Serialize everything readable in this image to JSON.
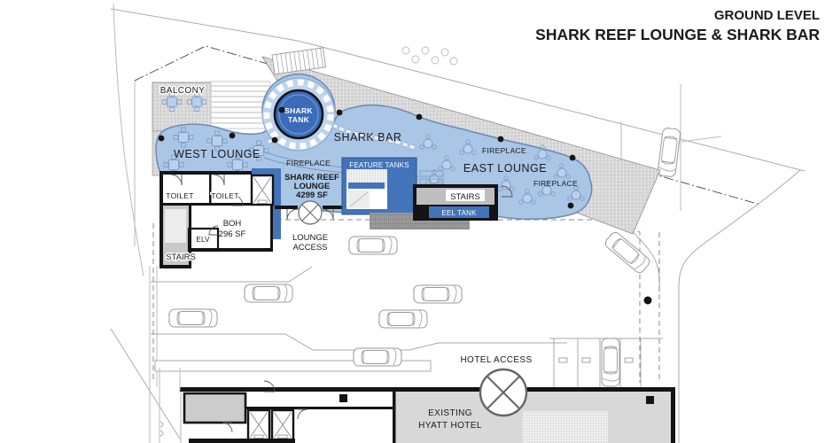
{
  "title": {
    "level": "GROUND LEVEL",
    "name": "SHARK REEF LOUNGE & SHARK BAR"
  },
  "areas": {
    "balcony": "BALCONY",
    "west_lounge": "WEST LOUNGE",
    "shark_bar": "SHARK BAR",
    "east_lounge": "EAST LOUNGE",
    "fireplace": "FIREPLACE",
    "shark_tank": [
      "SHARK",
      "TANK"
    ],
    "feature_tanks": "FEATURE TANKS",
    "eel_tank": "EEL TANK",
    "shark_reef_lounge": [
      "SHARK REEF",
      "LOUNGE",
      "4299 SF"
    ],
    "stairs": "STAIRS",
    "toilet": "TOILET",
    "boh": [
      "BOH",
      "296 SF"
    ],
    "elevator": "ELV",
    "lounge_access": [
      "LOUNGE",
      "ACCESS"
    ],
    "hotel_access": "HOTEL ACCESS",
    "existing_hotel": [
      "EXISTING",
      "HYATT HOTEL"
    ]
  },
  "colors": {
    "lounge_fill": "#a9c6e6",
    "lounge_stroke": "#6e8cb4",
    "tank_blue": "#3a6cba",
    "accent_blue": "#4374b9",
    "hotel_gray": "#d8d8d8",
    "canopy_gray": "#a0a0a0",
    "stairs_gray": "#d0d0d0",
    "wall_black": "#141414"
  }
}
